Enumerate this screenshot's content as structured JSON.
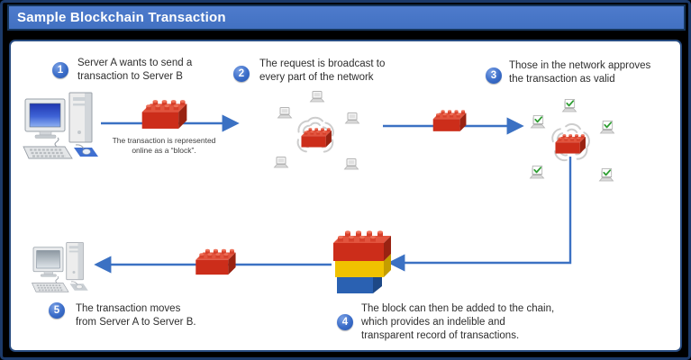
{
  "frame": {
    "title": "Sample Blockchain Transaction"
  },
  "steps": [
    {
      "number": "1",
      "lines": [
        "Server A wants to send a",
        "transaction to Server B"
      ]
    },
    {
      "number": "2",
      "lines": [
        "The request is broadcast to",
        "every part of the network"
      ]
    },
    {
      "number": "3",
      "lines": [
        "Those in the network approves",
        "the transaction as valid"
      ]
    },
    {
      "number": "4",
      "lines": [
        "The block can then be added to the chain,",
        "which provides an indelible and",
        "transparent record of transactions."
      ]
    },
    {
      "number": "5",
      "lines": [
        "The transaction moves",
        "from Server A to Server B."
      ]
    }
  ],
  "block_caption": {
    "lines": [
      "The transaction is represented",
      "online as a “block”."
    ]
  },
  "icons": {
    "server_a": "desktop-computer",
    "transaction_block": "red-lego-brick",
    "broadcast_network": "laptops-with-signal-waves",
    "validation_network": "laptops-with-green-checkmarks",
    "blockchain": "stacked-red-yellow-blue-bricks",
    "server_b": "desktop-computer-gray"
  },
  "colors": {
    "title_bar": "#4776C8",
    "frame_border": "#1C3A69",
    "panel_border": "#274B80",
    "arrow": "#3B71C3",
    "brick_red": "#CC2D1A",
    "brick_yellow": "#F0C200",
    "brick_blue": "#2A61B2",
    "check_green": "#2F9E33",
    "step_badge": "#2F63C1"
  }
}
